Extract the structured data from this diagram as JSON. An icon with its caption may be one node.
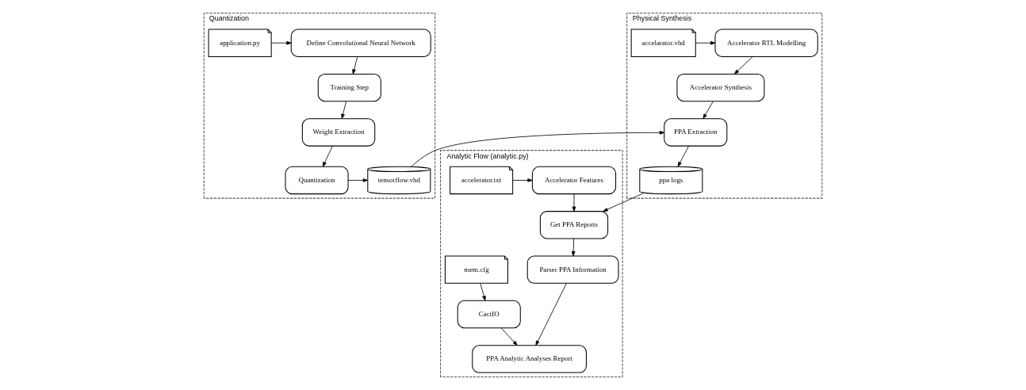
{
  "diagram": {
    "nodes": [
      {
        "text": [
          "Quantization"
        ]
      },
      {
        "text": [
          "Define Convolutional Neural Network"
        ],
        "in": 0
      },
      {
        "text": [
          "application.py"
        ],
        "in": 0
      },
      {
        "text": [
          "Training Step"
        ],
        "in": 0
      },
      {
        "text": [
          "Weight Extraction"
        ],
        "in": 0
      },
      {
        "text": [
          "Quantization"
        ],
        "in": 0
      },
      {
        "text": [
          "tensorflow.vhd"
        ],
        "in": 0
      },
      {
        "text": [
          "Physical Synthesis"
        ]
      },
      {
        "text": [
          "Accelerator RTL Modelling"
        ],
        "in": 7
      },
      {
        "text": [
          "accelarator.vhd"
        ],
        "in": 7
      },
      {
        "text": [
          "Accelerator Synthesis"
        ],
        "in": 7
      },
      {
        "text": [
          "PPA Extraction"
        ],
        "in": 7
      },
      {
        "text": [
          "ppa logs"
        ],
        "in": 7
      },
      {
        "text": [
          "Analytic Flow (analytic.py)"
        ]
      },
      {
        "text": [
          "Accelerator Features"
        ],
        "in": 13
      },
      {
        "text": [
          "accelerator.txt"
        ],
        "in": 13
      },
      {
        "text": [
          "Get PPA Reports"
        ],
        "in": 13
      },
      {
        "text": [
          "Parser PPA Information"
        ],
        "in": 13
      },
      {
        "text": [
          "mem.cfg"
        ],
        "in": 13
      },
      {
        "text": [
          "PPA Analytic Analyses Report"
        ],
        "in": 13
      },
      {
        "text": [
          "CactIO"
        ],
        "in": 13
      }
    ],
    "edges": [
      {
        "from": 2,
        "to": 1,
        "arrow": "to"
      },
      {
        "from": 1,
        "to": 3,
        "arrow": "to"
      },
      {
        "from": 3,
        "to": 4,
        "arrow": "to"
      },
      {
        "from": 4,
        "to": 5,
        "arrow": "to"
      },
      {
        "from": 5,
        "to": 6,
        "arrow": "to"
      },
      {
        "from": 6,
        "to": 11,
        "arrow": "to"
      },
      {
        "from": 9,
        "to": 8,
        "arrow": "to"
      },
      {
        "from": 8,
        "to": 10,
        "arrow": "to"
      },
      {
        "from": 10,
        "to": 11,
        "arrow": "to"
      },
      {
        "from": 11,
        "to": 12,
        "arrow": "to"
      },
      {
        "from": 12,
        "to": 16,
        "arrow": "to"
      },
      {
        "from": 15,
        "to": 14,
        "arrow": "to"
      },
      {
        "from": 14,
        "to": 16,
        "arrow": "to"
      },
      {
        "from": 16,
        "to": 17,
        "arrow": "to"
      },
      {
        "from": 17,
        "to": 19,
        "arrow": "to"
      },
      {
        "from": 18,
        "to": 20,
        "arrow": "to"
      },
      {
        "from": 20,
        "to": 19,
        "arrow": "to"
      }
    ]
  }
}
